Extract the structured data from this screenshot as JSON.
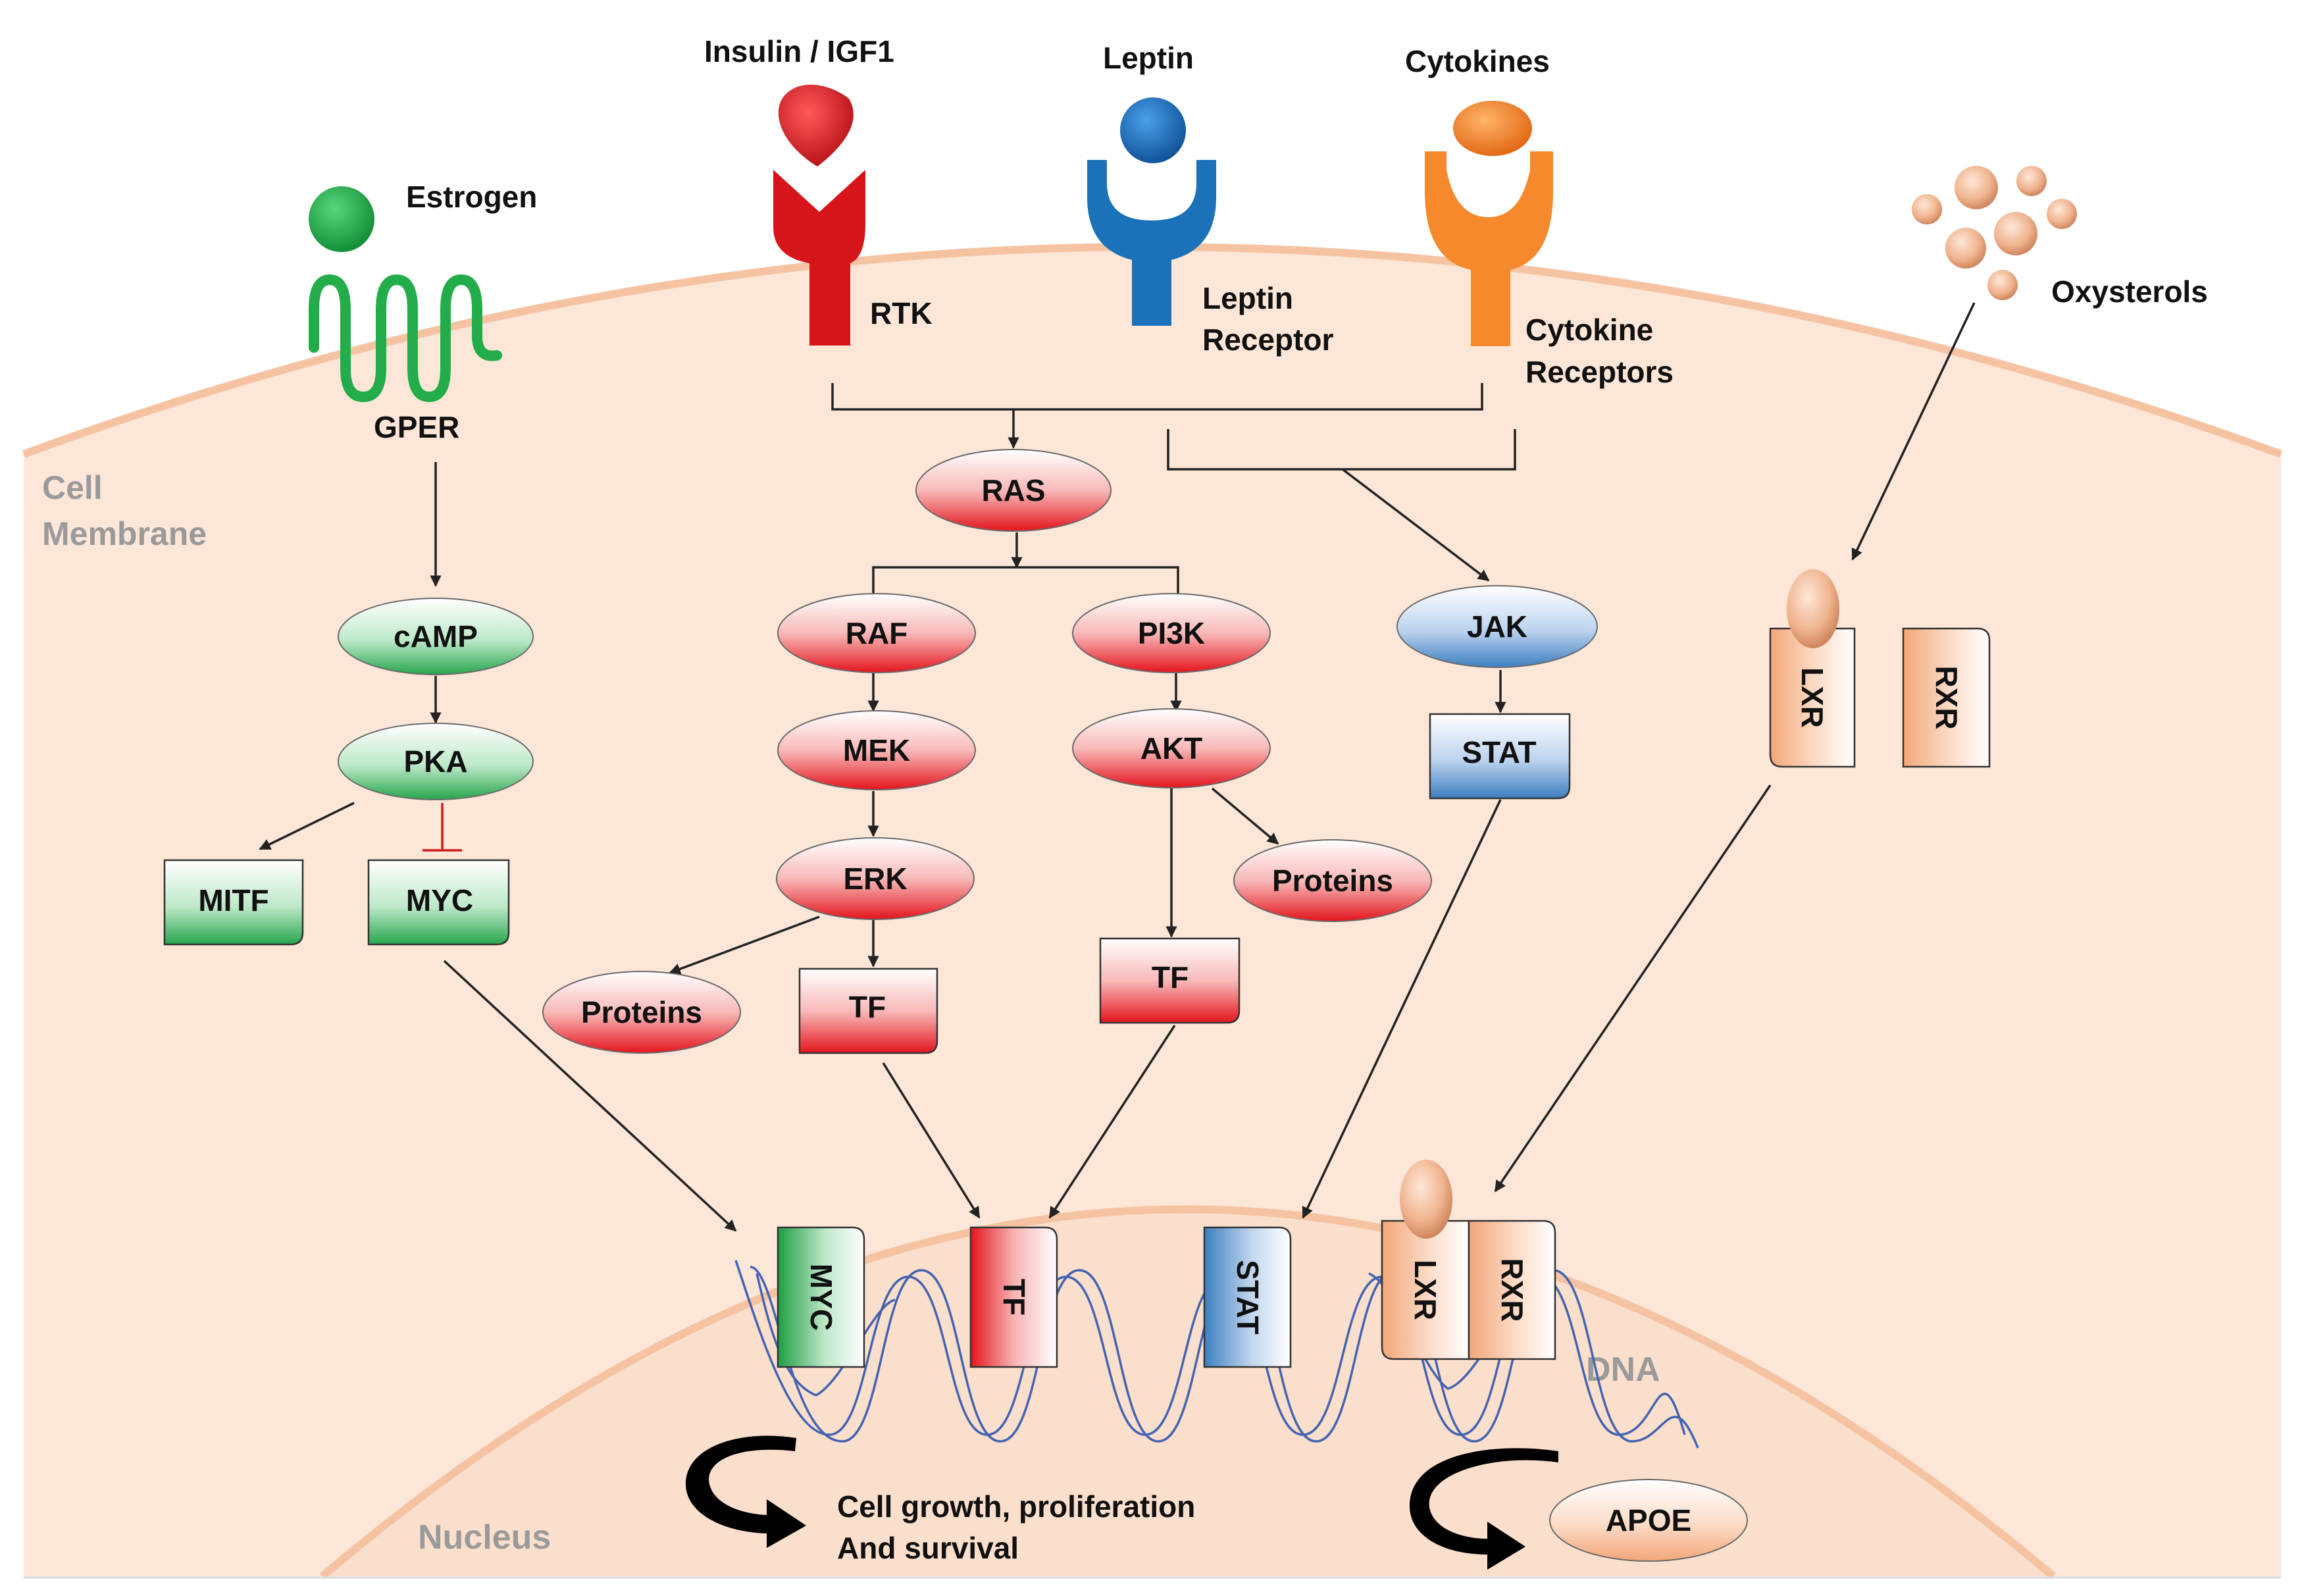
{
  "ligands": {
    "estrogen": "Estrogen",
    "insulin": "Insulin / IGF1",
    "leptin": "Leptin",
    "cytokines": "Cytokines",
    "oxysterols": "Oxysterols"
  },
  "receptors": {
    "gper": "GPER",
    "rtk": "RTK",
    "leptin_receptor": [
      "Leptin",
      "Receptor"
    ],
    "cytokine_receptors": [
      "Cytokine",
      "Receptors"
    ]
  },
  "regions": {
    "cell_membrane": [
      "Cell",
      "Membrane"
    ],
    "nucleus": "Nucleus",
    "dna": "DNA"
  },
  "nodes": {
    "camp": "cAMP",
    "pka": "PKA",
    "mitf": "MITF",
    "myc": "MYC",
    "ras": "RAS",
    "raf": "RAF",
    "mek": "MEK",
    "erk": "ERK",
    "pi3k": "PI3K",
    "akt": "AKT",
    "proteins_erk": "Proteins",
    "proteins_akt": "Proteins",
    "tf_erk": "TF",
    "tf_akt": "TF",
    "jak": "JAK",
    "stat": "STAT",
    "lxr": "LXR",
    "rxr": "RXR"
  },
  "nuclear_factors": {
    "myc": "MYC",
    "tf": "TF",
    "stat": "STAT",
    "lxr": "LXR",
    "rxr": "RXR"
  },
  "outputs": {
    "growth": [
      "Cell growth, proliferation",
      "And survival"
    ],
    "apoe": "APOE"
  },
  "colors": {
    "cell_fill": "#fce6d8",
    "membrane": "#f6c3a2",
    "green": "#22a84a",
    "red": "#e01b22",
    "blue": "#3e83c1",
    "orange": "#f68a2e",
    "peach": "#f4b58e",
    "dna": "#4464b0"
  }
}
